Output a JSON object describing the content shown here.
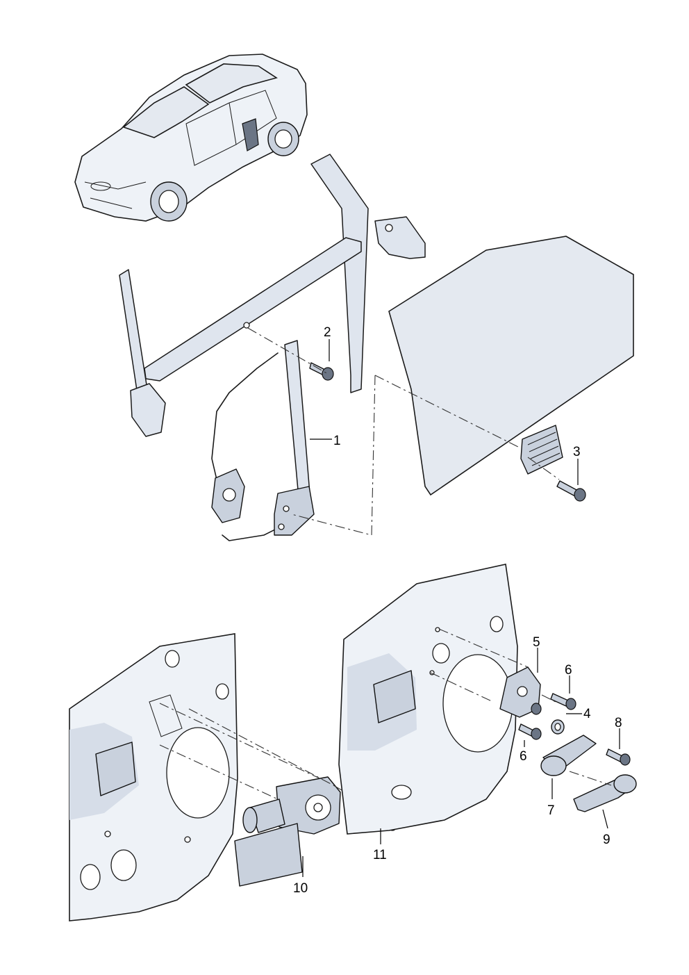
{
  "callouts": [
    {
      "id": "1",
      "label": "1"
    },
    {
      "id": "2",
      "label": "2"
    },
    {
      "id": "3",
      "label": "3"
    },
    {
      "id": "4",
      "label": "4"
    },
    {
      "id": "5",
      "label": "5"
    },
    {
      "id": "6a",
      "label": "6"
    },
    {
      "id": "6b",
      "label": "6"
    },
    {
      "id": "7",
      "label": "7"
    },
    {
      "id": "8",
      "label": "8"
    },
    {
      "id": "9",
      "label": "9"
    },
    {
      "id": "10",
      "label": "10"
    },
    {
      "id": "11",
      "label": "11"
    }
  ],
  "colors": {
    "line": "#1a1a1a",
    "panel_fill": "#eef2f7",
    "part_fill": "#c9d1dd",
    "glass_fill": "#e4e9f0",
    "background": "#ffffff"
  },
  "icons": [
    "car-sedan-icon"
  ]
}
